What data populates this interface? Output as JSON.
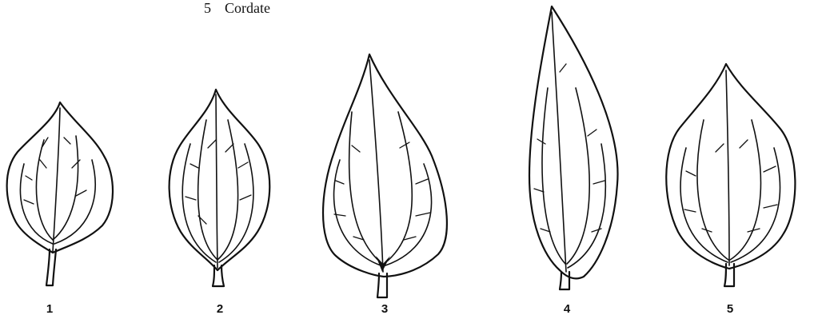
{
  "caption": {
    "number": "5",
    "text": "Cordate"
  },
  "leaves": [
    {
      "label": "1"
    },
    {
      "label": "2"
    },
    {
      "label": "3"
    },
    {
      "label": "4"
    },
    {
      "label": "5"
    }
  ]
}
